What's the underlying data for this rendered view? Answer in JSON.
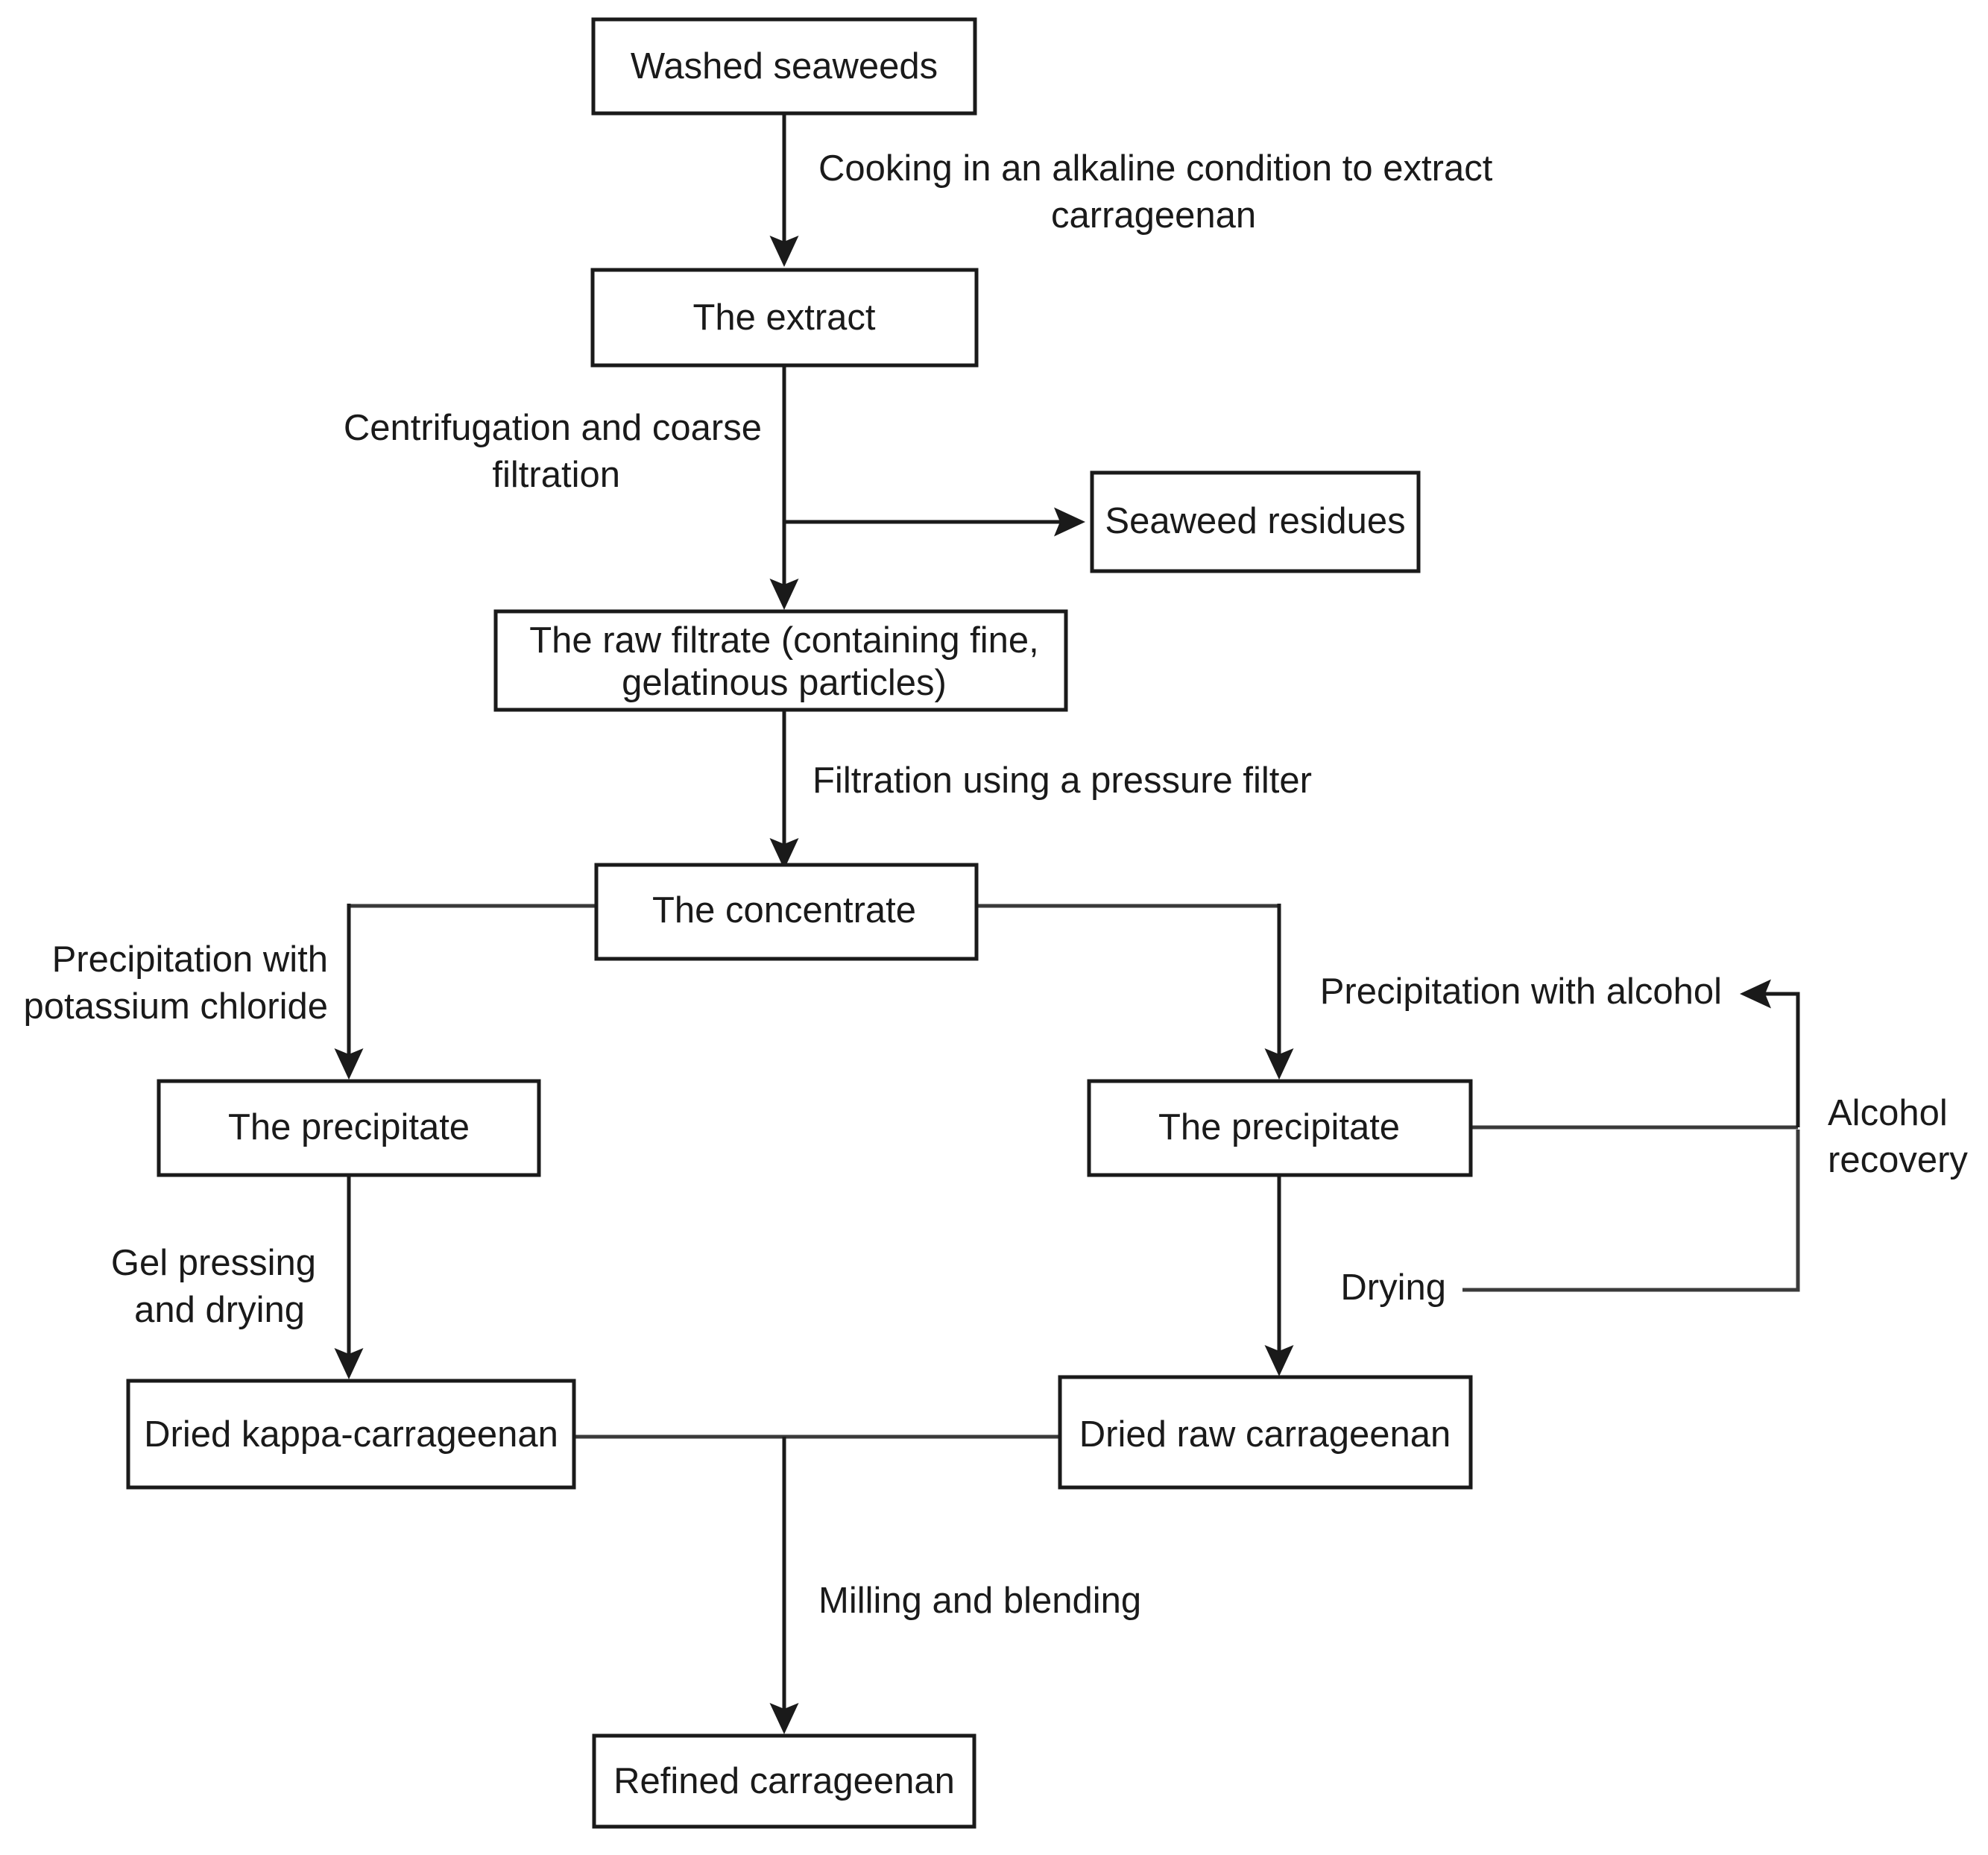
{
  "diagram": {
    "title": "Carrageenan refining process flowchart",
    "colors": {
      "stroke": "#1a1a1a",
      "background": "#ffffff",
      "text": "#1a1a1a"
    },
    "nodes": {
      "washed_seaweeds": "Washed seaweeds",
      "the_extract": "The extract",
      "seaweed_residues": "Seaweed residues",
      "raw_filtrate_line1": "The raw filtrate (containing fine,",
      "raw_filtrate_line2": "gelatinous particles)",
      "the_concentrate": "The concentrate",
      "precipitate_left": "The precipitate",
      "precipitate_right": "The precipitate",
      "dried_kappa": "Dried kappa-carrageenan",
      "dried_raw": "Dried raw carrageenan",
      "refined": "Refined carrageenan"
    },
    "edges": {
      "cooking_line1": "Cooking in an alkaline condition to extract",
      "cooking_line2": "carrageenan",
      "centrifugation_line1": "Centrifugation and coarse",
      "centrifugation_line2": "filtration",
      "pressure_filter": "Filtration using a pressure filter",
      "precip_kcl_line1": "Precipitation with",
      "precip_kcl_line2": "potassium chloride",
      "precip_alcohol": "Precipitation with alcohol",
      "gel_pressing_line1": "Gel pressing",
      "gel_pressing_line2": "and drying",
      "drying": "Drying",
      "alcohol_recovery_line1": "Alcohol",
      "alcohol_recovery_line2": "recovery",
      "milling": "Milling and blending"
    }
  }
}
